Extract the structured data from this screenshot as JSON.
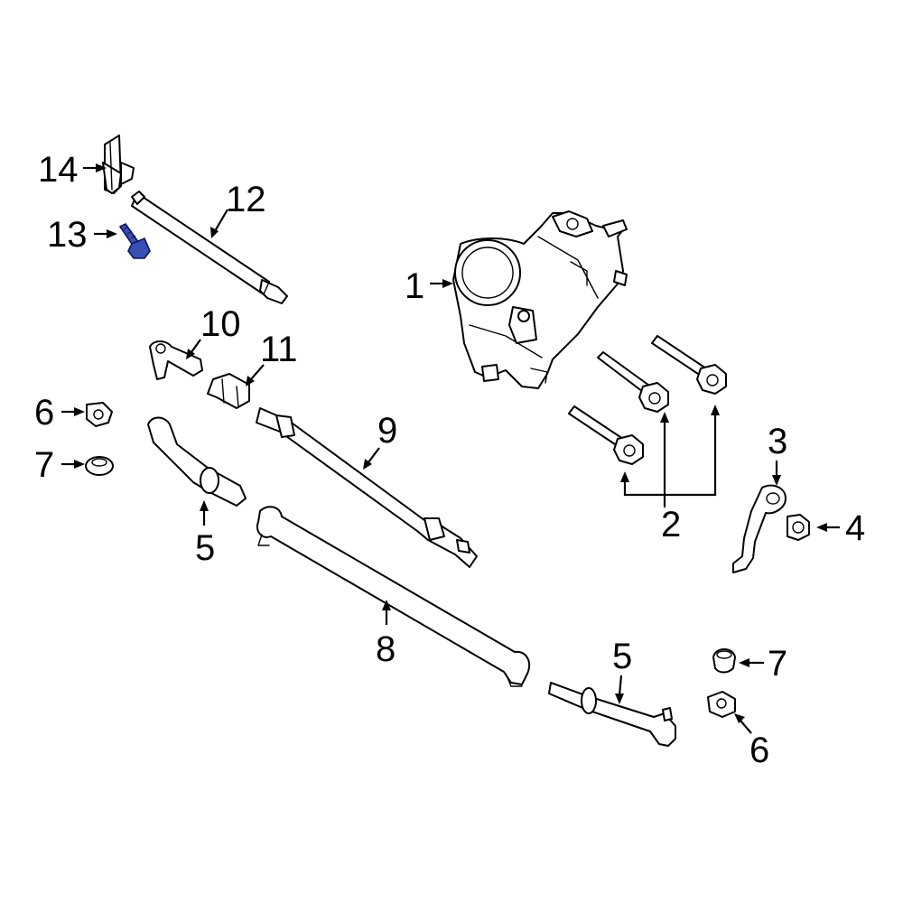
{
  "diagram": {
    "highlight_color": "#3a4fb5",
    "callouts": {
      "c1": "1",
      "c2": "2",
      "c3": "3",
      "c4": "4",
      "c5a": "5",
      "c5b": "5",
      "c6a": "6",
      "c6b": "6",
      "c7a": "7",
      "c7b": "7",
      "c8": "8",
      "c9": "9",
      "c10": "10",
      "c11": "11",
      "c12": "12",
      "c13": "13",
      "c14": "14"
    }
  }
}
